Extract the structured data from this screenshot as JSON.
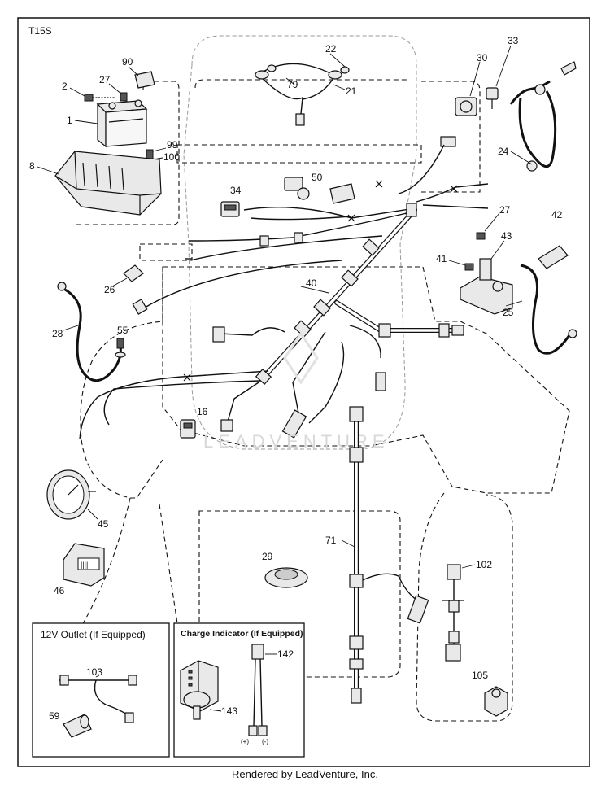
{
  "page_code": "T15S",
  "footer": "Rendered by LeadVenture, Inc.",
  "watermark": "LEADVENTURE",
  "insets": {
    "outlet_title": "12V Outlet  (If Equipped)",
    "charge_title": "Charge Indicator (If Equipped)",
    "charge_minus": "(-)",
    "charge_plus": "(+)"
  },
  "callouts": {
    "c90": "90",
    "c2": "2",
    "c27a": "27",
    "c1": "1",
    "c99": "99",
    "c100": "100",
    "c8": "8",
    "c22": "22",
    "c79": "79",
    "c21": "21",
    "c30": "30",
    "c33": "33",
    "c24": "24",
    "c34": "34",
    "c50": "50",
    "c27b": "27",
    "c42": "42",
    "c41": "41",
    "c43": "43",
    "c26": "26",
    "c40": "40",
    "c25": "25",
    "c28": "28",
    "c55": "55",
    "c16": "16",
    "c45": "45",
    "c29": "29",
    "c71": "71",
    "c46": "46",
    "c102": "102",
    "c103": "103",
    "c142": "142",
    "c59": "59",
    "c143": "143",
    "c105": "105"
  }
}
